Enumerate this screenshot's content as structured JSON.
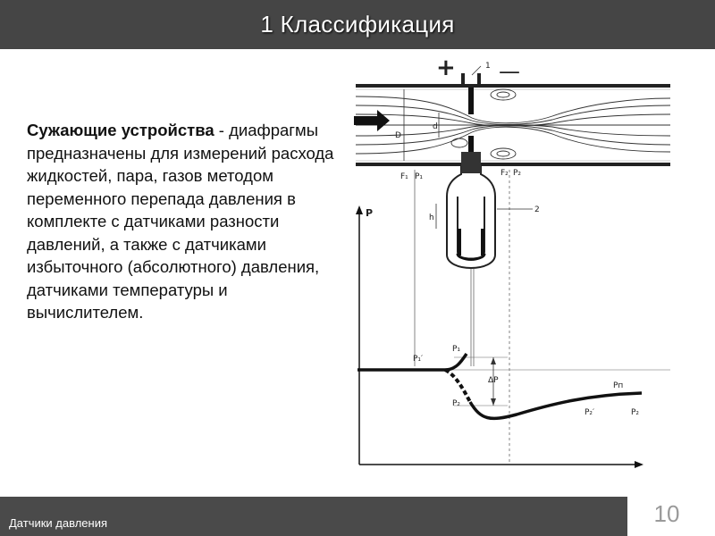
{
  "header": {
    "title": "1 Классификация"
  },
  "content": {
    "lead": "Сужающие устройства",
    "body": " - диафрагмы предназначены для измерений расхода жидкостей, пара, газов методом переменного перепада давления в комплекте с датчиками разности давлений, а также с датчиками избыточного (абсолютного) давления, датчиками температуры и вычислителем."
  },
  "diagram": {
    "plus": "+",
    "minus": "—",
    "label_1": "1",
    "label_2": "2",
    "label_D": "D",
    "label_d": "d",
    "label_h": "h",
    "label_F1": "F₁",
    "label_P1_top": "P₁",
    "label_F2": "F₂",
    "label_P2_top": "P₂",
    "axis_P": "P",
    "label_P1prime": "P₁′",
    "label_P1": "P₁",
    "label_P2": "P₂",
    "label_dP": "ΔP",
    "label_Pp": "Pп",
    "label_P2prime": "P₂′",
    "label_P2end": "P₂"
  },
  "footer": {
    "text": "Датчики давления",
    "page": "10"
  }
}
